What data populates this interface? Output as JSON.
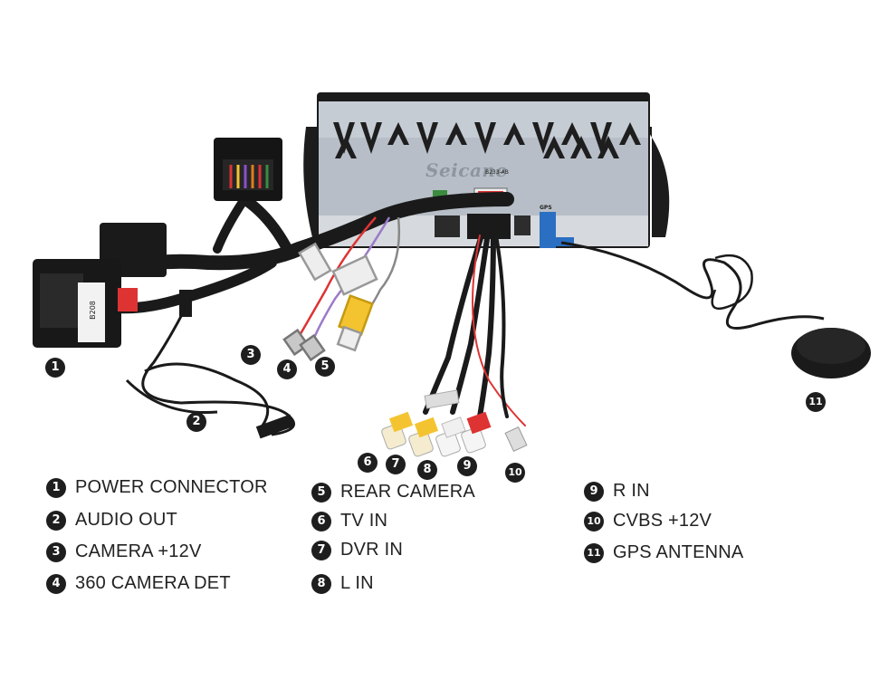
{
  "device": {
    "brand": "Seicane",
    "model": "B233-AB",
    "gps_port_label": "GPS",
    "connector_label": "B208"
  },
  "callouts": [
    {
      "num": "1"
    },
    {
      "num": "2"
    },
    {
      "num": "3"
    },
    {
      "num": "4"
    },
    {
      "num": "5"
    },
    {
      "num": "6"
    },
    {
      "num": "7"
    },
    {
      "num": "8"
    },
    {
      "num": "9"
    },
    {
      "num": "10"
    },
    {
      "num": "11"
    }
  ],
  "legend": [
    {
      "num": "1",
      "label": "POWER CONNECTOR"
    },
    {
      "num": "2",
      "label": "AUDIO OUT"
    },
    {
      "num": "3",
      "label": "CAMERA +12V"
    },
    {
      "num": "4",
      "label": "360 CAMERA DET"
    },
    {
      "num": "5",
      "label": "REAR CAMERA"
    },
    {
      "num": "6",
      "label": "TV IN"
    },
    {
      "num": "7",
      "label": "DVR IN"
    },
    {
      "num": "8",
      "label": "L IN"
    },
    {
      "num": "9",
      "label": "R IN"
    },
    {
      "num": "10",
      "label": "CVBS +12V"
    },
    {
      "num": "11",
      "label": "GPS ANTENNA"
    }
  ]
}
